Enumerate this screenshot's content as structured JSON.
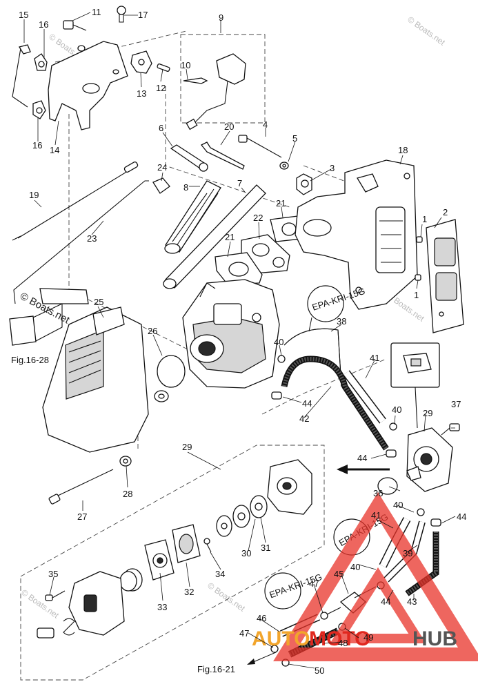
{
  "callouts": [
    "1",
    "1",
    "2",
    "3",
    "4",
    "5",
    "7",
    "8",
    "9",
    "10",
    "11",
    "12",
    "13",
    "14",
    "15",
    "16",
    "16",
    "17",
    "18",
    "19",
    "20",
    "21",
    "21",
    "22",
    "23",
    "24",
    "25",
    "26",
    "27",
    "28",
    "29",
    "29",
    "30",
    "31",
    "32",
    "33",
    "34",
    "35",
    "36",
    "37",
    "38",
    "39",
    "40",
    "40",
    "40",
    "40",
    "41",
    "41",
    "42",
    "43",
    "44",
    "44",
    "44",
    "44",
    "45",
    "46",
    "47",
    "47",
    "48",
    "49",
    "50",
    "6"
  ],
  "figure_refs": {
    "fig_top": "Fig.16-28",
    "fig_bottom": "Fig.16-21"
  },
  "stamps": {
    "epa_top": "EPA-KRI-15G",
    "epa_mid": "EPA-KRI-15G",
    "epa_low": "EPA-KRI-15G"
  },
  "watermarks": {
    "main": "© Boats.net",
    "faint": "© Boats.net"
  },
  "logo": {
    "part1": "AUTO",
    "part2": "MOTO",
    "part3": "HUB"
  },
  "colors": {
    "logo_orange": "#f2a52b",
    "logo_red": "#e0281f",
    "logo_grey": "#555555",
    "triangle_red": "#e8332a"
  }
}
